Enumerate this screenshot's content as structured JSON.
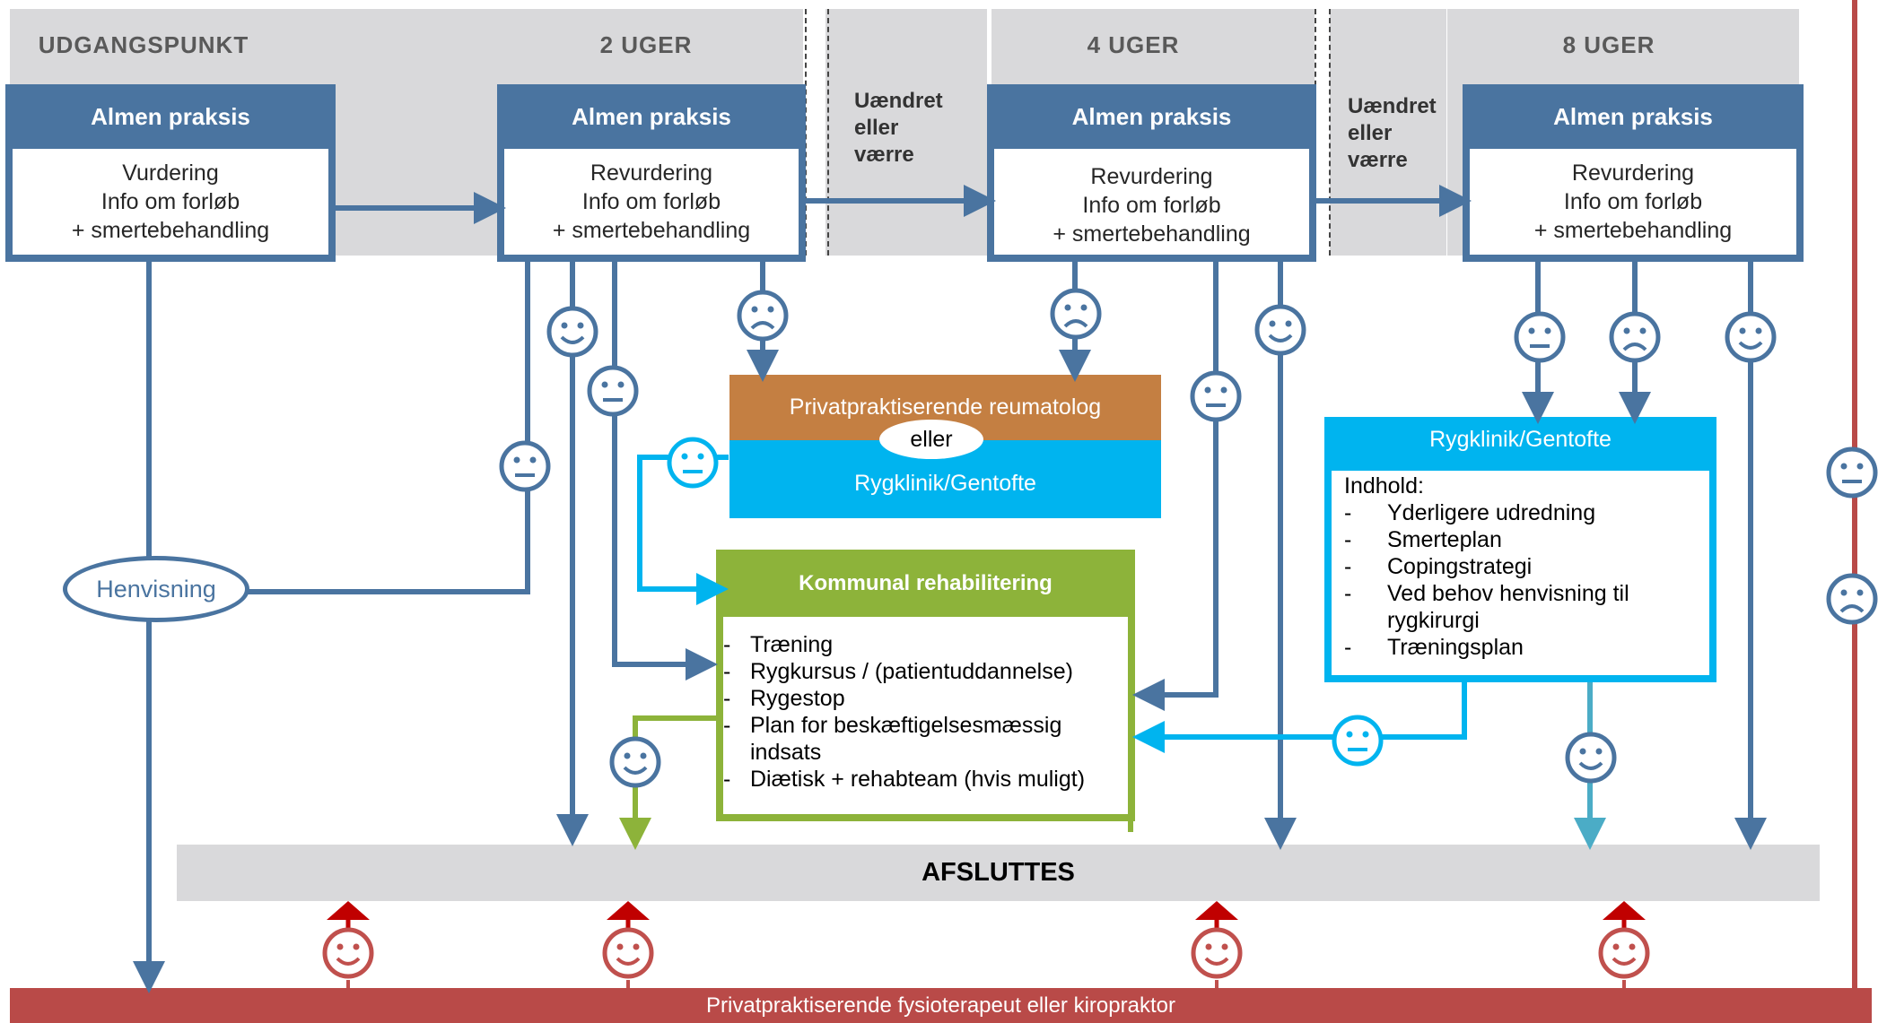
{
  "phases": {
    "p0": "UDGANGSPUNKT",
    "p2": "2 UGER",
    "p4": "4 UGER",
    "p8": "8 UGER"
  },
  "unchanged": {
    "a": [
      "Uændret",
      "eller",
      "værre"
    ],
    "b": [
      "Uændret",
      "eller",
      "værre"
    ]
  },
  "cards": [
    {
      "head": "Almen praksis",
      "lines": [
        "Vurdering",
        "Info om forløb",
        "+ smertebehandling"
      ]
    },
    {
      "head": "Almen praksis",
      "lines": [
        "Revurdering",
        "Info om forløb",
        "+ smertebehandling"
      ]
    },
    {
      "head": "Almen praksis",
      "lines": [
        "Revurdering",
        "Info om forløb",
        "+ smertebehandling"
      ]
    },
    {
      "head": "Almen praksis",
      "lines": [
        "Revurdering",
        "Info om forløb",
        "+ smertebehandling"
      ]
    }
  ],
  "rheum": {
    "top": "Privatpraktiserende reumatolog",
    "or": "eller",
    "bottom": "Rygklinik/Gentofte"
  },
  "kommunal": {
    "head": "Kommunal rehabilitering",
    "items": [
      "Træning",
      "Rygkursus / (patientuddannelse)",
      "Rygestop",
      "Plan for beskæftigelsesmæssig",
      "indsats",
      "Diætisk + rehabteam (hvis muligt)"
    ]
  },
  "rygklinik": {
    "head": "Rygklinik/Gentofte",
    "intro": "Indhold:",
    "items": [
      "Yderligere udredning",
      "Smerteplan",
      "Copingstrategi",
      "Ved behov henvisning til",
      "rygkirurgi",
      "Træningsplan"
    ]
  },
  "henvisning": "Henvisning",
  "afsluttes": "AFSLUTTES",
  "fysio": "Privatpraktiserende fysioterapeut eller kiropraktor",
  "icons": {
    "happy": "happy-face-icon",
    "neutral": "neutral-face-icon",
    "sad": "sad-face-icon"
  },
  "colors": {
    "primary_blue": "#4a74a0",
    "light_blue": "#00b4ef",
    "green": "#8db33a",
    "orange": "#c47f42",
    "red": "#b94a48",
    "arrow_red": "#c00000",
    "phase_grey": "#d9d9db"
  }
}
